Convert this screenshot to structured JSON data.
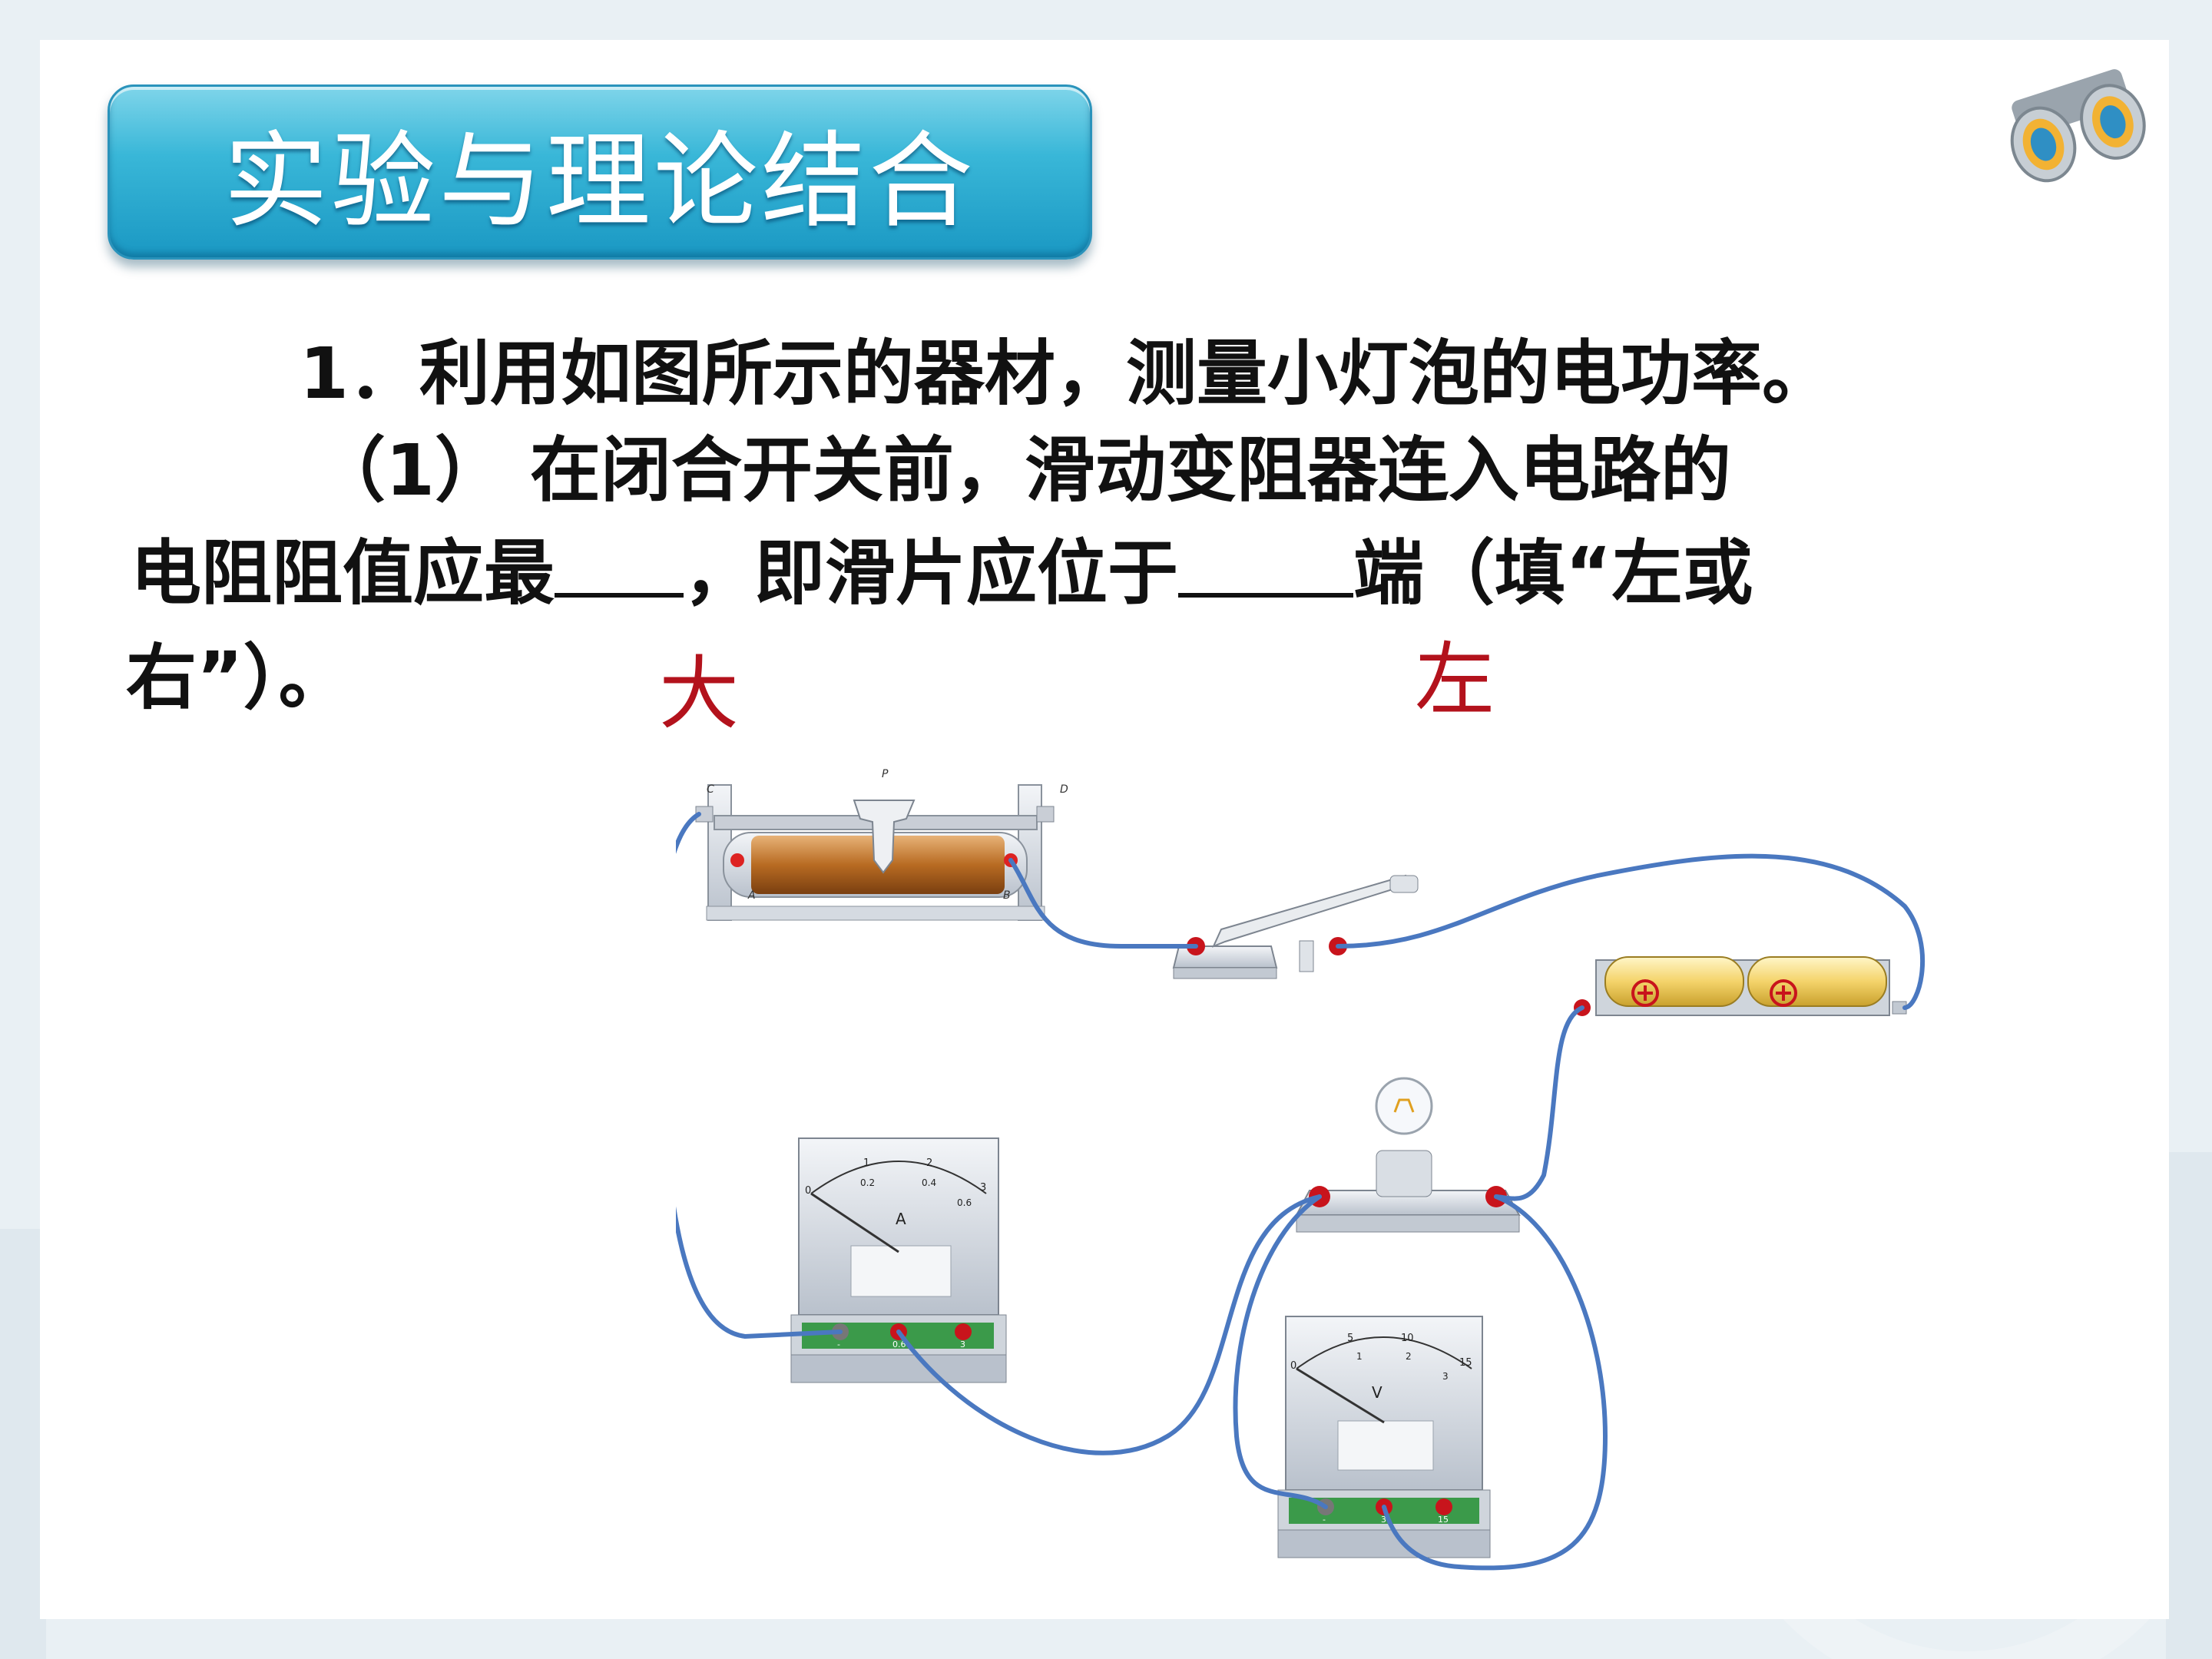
{
  "title": "实验与理论结合",
  "question": {
    "line1": "1．利用如图所示的器材，测量小灯泡的电功率。",
    "line2": "（1） 在闭合开关前，滑动变阻器连入电路的",
    "line3_a": "电阻阻值应最",
    "line3_b": "，即滑片应位于",
    "line3_c": "端（填“左或",
    "line4": "右”）。"
  },
  "answers": {
    "blank1": "大",
    "blank2": "左"
  },
  "rheostat_labels": {
    "c": "C",
    "p": "P",
    "d": "D",
    "a": "A",
    "b": "B"
  },
  "ammeter": {
    "symbol": "A",
    "scale_top": [
      "0",
      "1",
      "2",
      "3"
    ],
    "scale_bottom": [
      "0.2",
      "0.4",
      "0.6"
    ],
    "terminals": [
      "-",
      "0.6",
      "3"
    ]
  },
  "voltmeter": {
    "symbol": "V",
    "scale_top": [
      "0",
      "5",
      "10",
      "15"
    ],
    "scale_bottom": [
      "1",
      "2",
      "3"
    ],
    "terminals": [
      "-",
      "3",
      "15"
    ]
  },
  "colors": {
    "banner": "#39b7d8",
    "answer": "#b3121c",
    "wire": "#4a78c0"
  }
}
